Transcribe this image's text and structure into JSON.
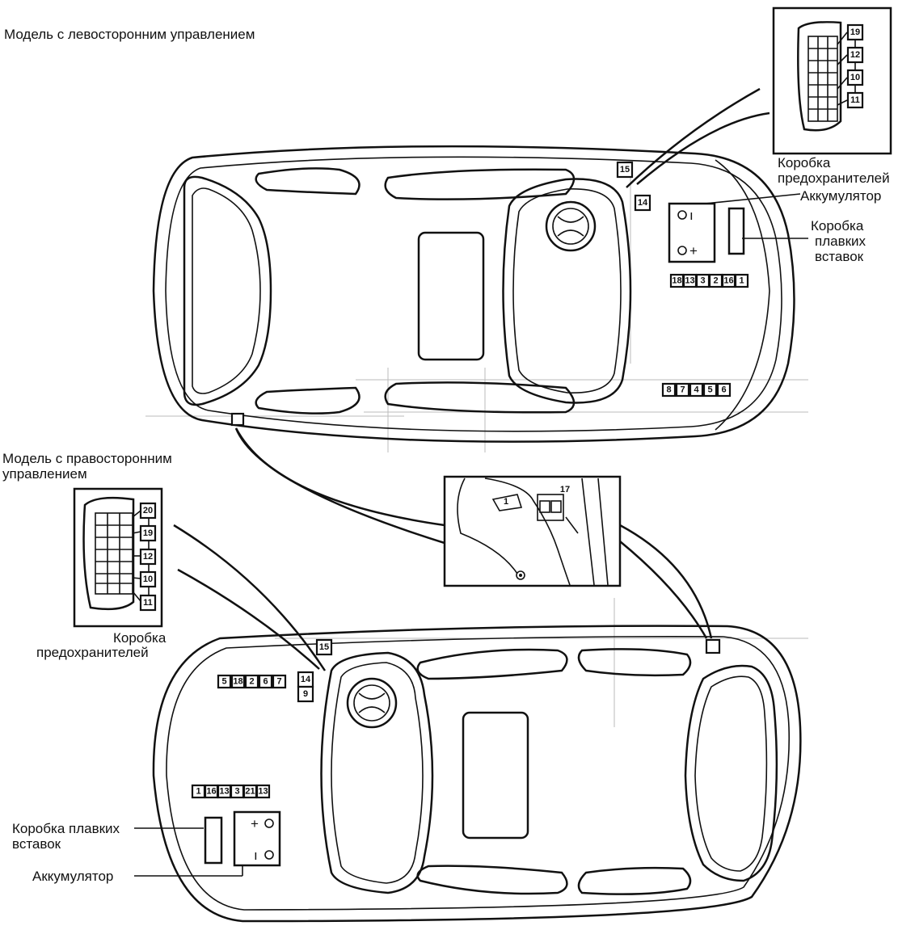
{
  "labels": {
    "lhd_title": "Модель с левосторонним управлением",
    "rhd_title_1": "Модель с правосторонним",
    "rhd_title_2": "управлением",
    "fuse_box_top_1": "Коробка",
    "fuse_box_top_2": "предохранителей",
    "battery_top": "Аккумулятор",
    "fusible_top_1": "Коробка",
    "fusible_top_2": "плавких",
    "fusible_top_3": "вставок",
    "fuse_box_left_1": "Коробка",
    "fuse_box_left_2": "предохранителей",
    "fusible_bottom_1": "Коробка плавких",
    "fusible_bottom_2": "вставок",
    "battery_bottom": "Аккумулятор"
  },
  "lhd": {
    "inset_numbers": [
      "19",
      "12",
      "10",
      "11"
    ],
    "single_numbers": [
      "15",
      "14"
    ],
    "row_engine_rear": [
      "18",
      "13",
      "3",
      "2",
      "16",
      "1"
    ],
    "row_engine_front": [
      "8",
      "7",
      "4",
      "5",
      "6"
    ],
    "battery_terminals": [
      "ı",
      "+"
    ]
  },
  "middle_inset": {
    "numbers": [
      "17",
      "1"
    ]
  },
  "rhd": {
    "inset_numbers": [
      "20",
      "19",
      "12",
      "10",
      "11"
    ],
    "single_numbers": [
      "15",
      "14",
      "9"
    ],
    "row_engine_top": [
      "5",
      "18",
      "2",
      "6",
      "7"
    ],
    "row_engine_bottom": [
      "1",
      "16",
      "13",
      "3",
      "21",
      "13"
    ],
    "battery_terminals": [
      "+",
      "ı"
    ]
  }
}
